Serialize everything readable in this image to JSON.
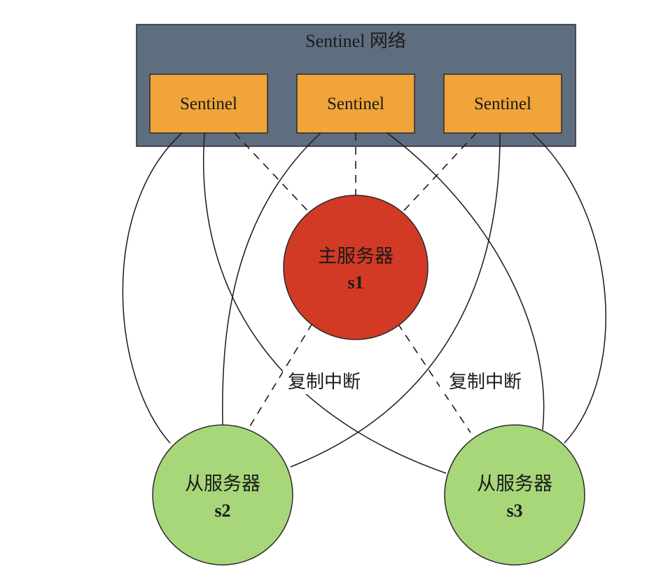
{
  "network": {
    "title": "Sentinel 网络",
    "fill": "#5f6d80"
  },
  "sentinels": [
    {
      "label": "Sentinel"
    },
    {
      "label": "Sentinel"
    },
    {
      "label": "Sentinel"
    }
  ],
  "sentinel_fill": "#f0a43a",
  "master": {
    "label": "主服务器",
    "id": "s1",
    "fill": "#d33a25"
  },
  "replicas": [
    {
      "label": "从服务器",
      "id": "s2",
      "fill": "#a8d77a"
    },
    {
      "label": "从服务器",
      "id": "s3",
      "fill": "#a8d77a"
    }
  ],
  "replication_notes": [
    {
      "text": "复制中断"
    },
    {
      "text": "复制中断"
    }
  ]
}
